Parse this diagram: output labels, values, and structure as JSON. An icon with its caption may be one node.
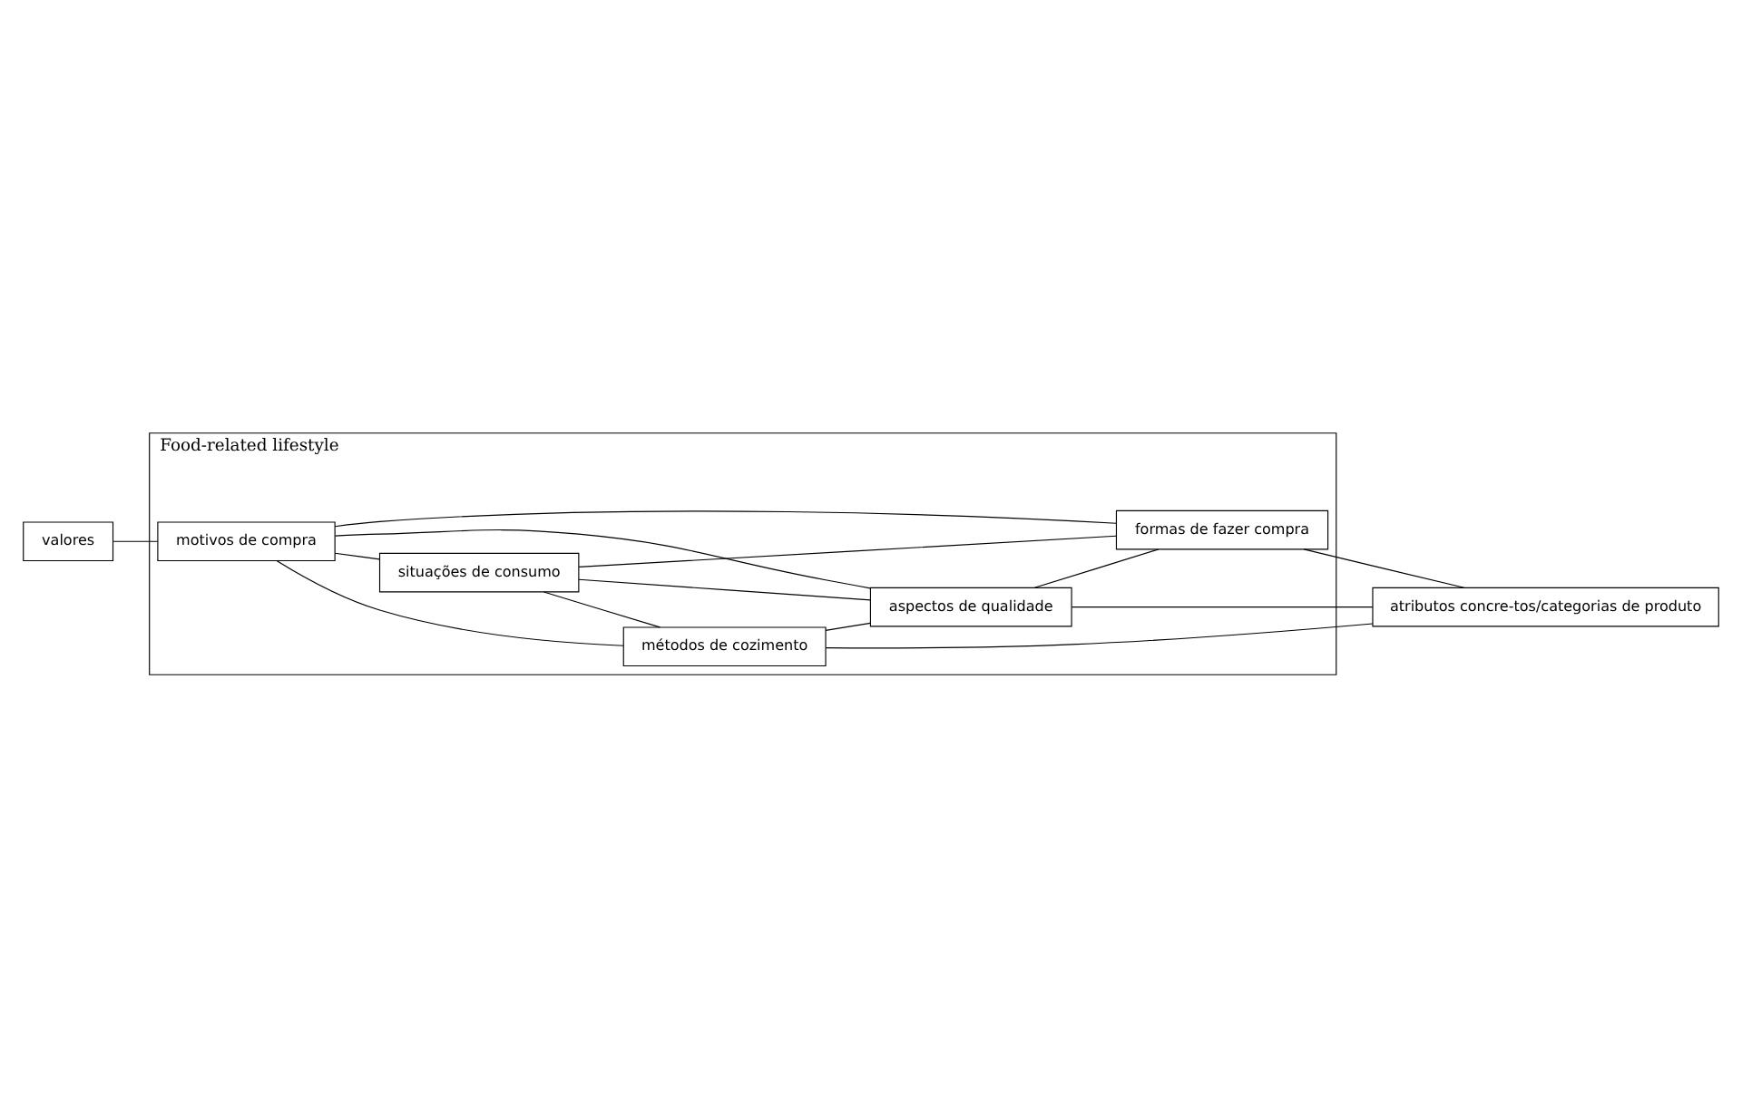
{
  "diagram": {
    "nodes": [
      {
        "text": [
          "valores"
        ]
      },
      {
        "text": [
          "Food-related lifestyle"
        ]
      },
      {
        "text": [
          "métodos de cozimento"
        ],
        "in": 1
      },
      {
        "text": [
          "motivos de compra"
        ],
        "in": 1
      },
      {
        "text": [
          "aspectos de qualidade"
        ],
        "in": 1
      },
      {
        "text": [
          "situações de consumo"
        ],
        "in": 1
      },
      {
        "text": [
          "formas de fazer compra"
        ],
        "in": 1
      },
      {
        "text": [
          "atributos concre-tos/categorias de produto"
        ]
      }
    ],
    "edges": [
      {
        "from": 0,
        "to": 3,
        "arrow": "none"
      },
      {
        "from": 3,
        "to": 4,
        "arrow": "none"
      },
      {
        "from": 4,
        "to": 7,
        "arrow": "none"
      },
      {
        "from": 3,
        "to": 2,
        "arrow": "none"
      },
      {
        "from": 3,
        "to": 6,
        "arrow": "none"
      },
      {
        "from": 3,
        "to": 5,
        "arrow": "none"
      },
      {
        "from": 5,
        "to": 2,
        "arrow": "none"
      },
      {
        "from": 5,
        "to": 4,
        "arrow": "none"
      },
      {
        "from": 5,
        "to": 6,
        "arrow": "none"
      },
      {
        "from": 2,
        "to": 4,
        "arrow": "none"
      },
      {
        "from": 4,
        "to": 6,
        "arrow": "none"
      },
      {
        "from": 2,
        "to": 7,
        "arrow": "none"
      },
      {
        "from": 6,
        "to": 7,
        "arrow": "none"
      }
    ]
  }
}
